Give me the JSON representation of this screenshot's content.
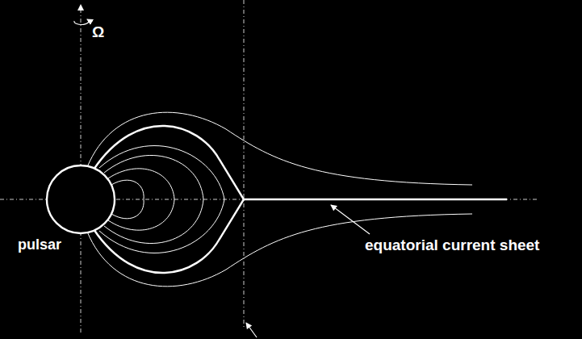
{
  "diagram": {
    "labels": [
      "Ω",
      "pulsar",
      "equatorial current sheet"
    ]
  }
}
